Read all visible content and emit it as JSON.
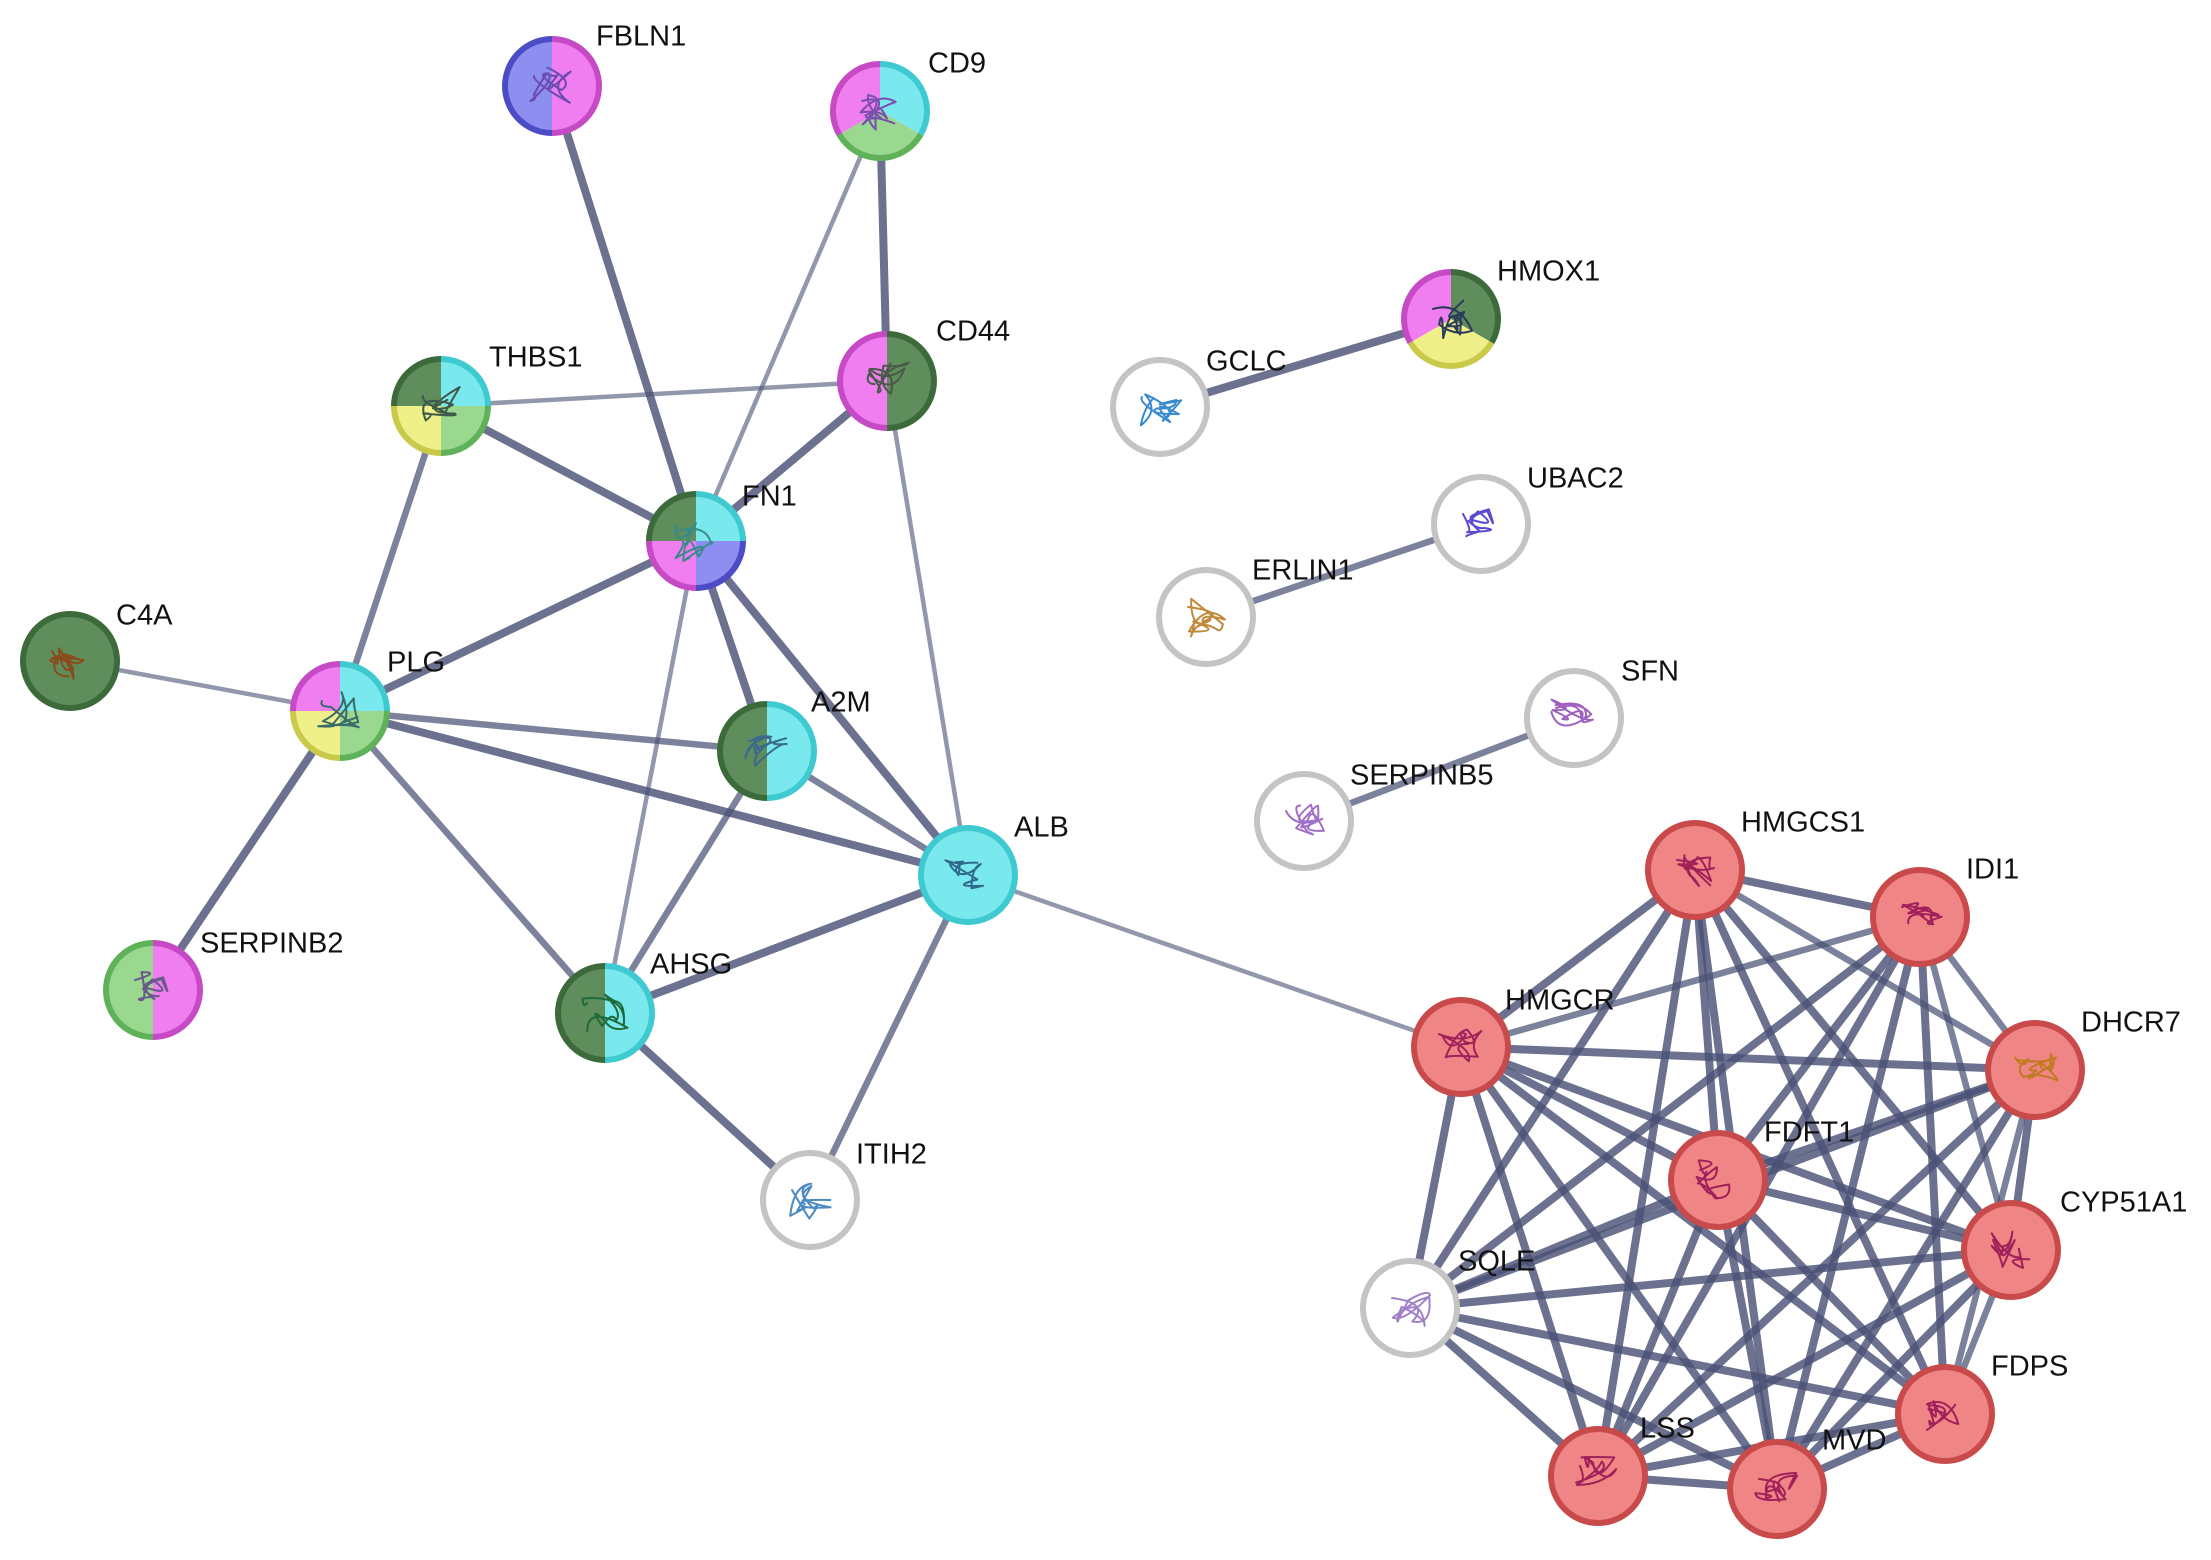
{
  "palette": {
    "cyan": "#7ae9ee",
    "green": "#9bd88f",
    "darkgreen": "#5f8e5c",
    "magenta": "#f07ef0",
    "blue": "#8e8ef0",
    "yellow": "#f0f08a",
    "red": "#f08585",
    "white": "#ffffff",
    "edge": "#4a5275"
  },
  "ring_colors": {
    "cyan": "#3fc9d0",
    "green": "#5fb25a",
    "darkgreen": "#3c6a3a",
    "magenta": "#c64ac6",
    "blue": "#4c4cc6",
    "yellow": "#c9c94a",
    "red": "#c84a4a",
    "white": "#c4c4c4"
  },
  "nodes": [
    {
      "id": "FBLN1",
      "label": "FBLN1",
      "colors": [
        "magenta",
        "blue"
      ],
      "glyph": "#6b4bb0"
    },
    {
      "id": "CD9",
      "label": "CD9",
      "colors": [
        "cyan",
        "green",
        "magenta"
      ],
      "glyph": "#7b4fae"
    },
    {
      "id": "CD44",
      "label": "CD44",
      "colors": [
        "darkgreen",
        "magenta"
      ],
      "glyph": "#4a5a4a"
    },
    {
      "id": "THBS1",
      "label": "THBS1",
      "colors": [
        "cyan",
        "green",
        "yellow",
        "darkgreen"
      ],
      "glyph": "#3f5a4a"
    },
    {
      "id": "FN1",
      "label": "FN1",
      "colors": [
        "cyan",
        "blue",
        "magenta",
        "darkgreen"
      ],
      "glyph": "#3b8a8a"
    },
    {
      "id": "C4A",
      "label": "C4A",
      "colors": [
        "darkgreen"
      ],
      "glyph": "#8a4b1a"
    },
    {
      "id": "PLG",
      "label": "PLG",
      "colors": [
        "cyan",
        "green",
        "yellow",
        "magenta"
      ],
      "glyph": "#3b6a6a"
    },
    {
      "id": "A2M",
      "label": "A2M",
      "colors": [
        "cyan",
        "darkgreen"
      ],
      "glyph": "#3b6a8a"
    },
    {
      "id": "ALB",
      "label": "ALB",
      "colors": [
        "cyan"
      ],
      "glyph": "#2f6a8a"
    },
    {
      "id": "AHSG",
      "label": "AHSG",
      "colors": [
        "cyan",
        "darkgreen"
      ],
      "glyph": "#1f6a3a"
    },
    {
      "id": "SERPINB2",
      "label": "SERPINB2",
      "colors": [
        "magenta",
        "green"
      ],
      "glyph": "#6a5a8a"
    },
    {
      "id": "ITIH2",
      "label": "ITIH2",
      "colors": [
        "white"
      ],
      "glyph": "#4a8ac0"
    },
    {
      "id": "GCLC",
      "label": "GCLC",
      "colors": [
        "white"
      ],
      "glyph": "#3a8ad0"
    },
    {
      "id": "HMOX1",
      "label": "HMOX1",
      "colors": [
        "darkgreen",
        "yellow",
        "magenta"
      ],
      "glyph": "#2a3a5a"
    },
    {
      "id": "UBAC2",
      "label": "UBAC2",
      "colors": [
        "white"
      ],
      "glyph": "#5a4ad0"
    },
    {
      "id": "ERLIN1",
      "label": "ERLIN1",
      "colors": [
        "white"
      ],
      "glyph": "#c08a3a"
    },
    {
      "id": "SFN",
      "label": "SFN",
      "colors": [
        "white"
      ],
      "glyph": "#a060c0"
    },
    {
      "id": "SERPINB5",
      "label": "SERPINB5",
      "colors": [
        "white"
      ],
      "glyph": "#a070c8"
    },
    {
      "id": "HMGCS1",
      "label": "HMGCS1",
      "colors": [
        "red"
      ],
      "glyph": "#a0205a"
    },
    {
      "id": "IDI1",
      "label": "IDI1",
      "colors": [
        "red"
      ],
      "glyph": "#a0205a"
    },
    {
      "id": "HMGCR",
      "label": "HMGCR",
      "colors": [
        "red"
      ],
      "glyph": "#a0205a"
    },
    {
      "id": "DHCR7",
      "label": "DHCR7",
      "colors": [
        "red"
      ],
      "glyph": "#c07a20"
    },
    {
      "id": "FDFT1",
      "label": "FDFT1",
      "colors": [
        "red"
      ],
      "glyph": "#a0205a"
    },
    {
      "id": "CYP51A1",
      "label": "CYP51A1",
      "colors": [
        "red"
      ],
      "glyph": "#a0205a"
    },
    {
      "id": "SQLE",
      "label": "SQLE",
      "colors": [
        "white"
      ],
      "glyph": "#a080c8"
    },
    {
      "id": "FDPS",
      "label": "FDPS",
      "colors": [
        "red"
      ],
      "glyph": "#a0205a"
    },
    {
      "id": "LSS",
      "label": "LSS",
      "colors": [
        "red"
      ],
      "glyph": "#a0205a"
    },
    {
      "id": "MVD",
      "label": "MVD",
      "colors": [
        "red"
      ],
      "glyph": "#a0205a"
    }
  ],
  "edges": [
    {
      "source": "FBLN1",
      "target": "FN1",
      "weight": 3
    },
    {
      "source": "CD9",
      "target": "FN1",
      "weight": 1
    },
    {
      "source": "CD9",
      "target": "CD44",
      "weight": 3
    },
    {
      "source": "CD44",
      "target": "FN1",
      "weight": 3
    },
    {
      "source": "CD44",
      "target": "THBS1",
      "weight": 1
    },
    {
      "source": "CD44",
      "target": "ALB",
      "weight": 1
    },
    {
      "source": "THBS1",
      "target": "FN1",
      "weight": 3
    },
    {
      "source": "THBS1",
      "target": "PLG",
      "weight": 2
    },
    {
      "source": "FN1",
      "target": "PLG",
      "weight": 3
    },
    {
      "source": "FN1",
      "target": "A2M",
      "weight": 3
    },
    {
      "source": "FN1",
      "target": "ALB",
      "weight": 3
    },
    {
      "source": "FN1",
      "target": "AHSG",
      "weight": 1
    },
    {
      "source": "C4A",
      "target": "PLG",
      "weight": 1
    },
    {
      "source": "PLG",
      "target": "A2M",
      "weight": 2
    },
    {
      "source": "PLG",
      "target": "ALB",
      "weight": 3
    },
    {
      "source": "PLG",
      "target": "AHSG",
      "weight": 2
    },
    {
      "source": "PLG",
      "target": "SERPINB2",
      "weight": 3
    },
    {
      "source": "A2M",
      "target": "ALB",
      "weight": 2
    },
    {
      "source": "A2M",
      "target": "AHSG",
      "weight": 2
    },
    {
      "source": "AHSG",
      "target": "ALB",
      "weight": 3
    },
    {
      "source": "AHSG",
      "target": "ITIH2",
      "weight": 3
    },
    {
      "source": "ALB",
      "target": "ITIH2",
      "weight": 2
    },
    {
      "source": "ALB",
      "target": "HMGCR",
      "weight": 1
    },
    {
      "source": "GCLC",
      "target": "HMOX1",
      "weight": 3
    },
    {
      "source": "ERLIN1",
      "target": "UBAC2",
      "weight": 2
    },
    {
      "source": "SERPINB5",
      "target": "SFN",
      "weight": 2
    },
    {
      "source": "HMGCS1",
      "target": "IDI1",
      "weight": 3
    },
    {
      "source": "HMGCS1",
      "target": "HMGCR",
      "weight": 3
    },
    {
      "source": "HMGCS1",
      "target": "DHCR7",
      "weight": 2
    },
    {
      "source": "HMGCS1",
      "target": "FDFT1",
      "weight": 3
    },
    {
      "source": "HMGCS1",
      "target": "CYP51A1",
      "weight": 3
    },
    {
      "source": "HMGCS1",
      "target": "SQLE",
      "weight": 3
    },
    {
      "source": "HMGCS1",
      "target": "FDPS",
      "weight": 3
    },
    {
      "source": "HMGCS1",
      "target": "LSS",
      "weight": 3
    },
    {
      "source": "HMGCS1",
      "target": "MVD",
      "weight": 3
    },
    {
      "source": "IDI1",
      "target": "HMGCR",
      "weight": 2
    },
    {
      "source": "IDI1",
      "target": "DHCR7",
      "weight": 2
    },
    {
      "source": "IDI1",
      "target": "FDFT1",
      "weight": 3
    },
    {
      "source": "IDI1",
      "target": "CYP51A1",
      "weight": 2
    },
    {
      "source": "IDI1",
      "target": "SQLE",
      "weight": 3
    },
    {
      "source": "IDI1",
      "target": "FDPS",
      "weight": 3
    },
    {
      "source": "IDI1",
      "target": "LSS",
      "weight": 3
    },
    {
      "source": "IDI1",
      "target": "MVD",
      "weight": 3
    },
    {
      "source": "HMGCR",
      "target": "DHCR7",
      "weight": 3
    },
    {
      "source": "HMGCR",
      "target": "FDFT1",
      "weight": 3
    },
    {
      "source": "HMGCR",
      "target": "CYP51A1",
      "weight": 3
    },
    {
      "source": "HMGCR",
      "target": "SQLE",
      "weight": 3
    },
    {
      "source": "HMGCR",
      "target": "FDPS",
      "weight": 3
    },
    {
      "source": "HMGCR",
      "target": "LSS",
      "weight": 3
    },
    {
      "source": "HMGCR",
      "target": "MVD",
      "weight": 3
    },
    {
      "source": "DHCR7",
      "target": "FDFT1",
      "weight": 3
    },
    {
      "source": "DHCR7",
      "target": "CYP51A1",
      "weight": 3
    },
    {
      "source": "DHCR7",
      "target": "SQLE",
      "weight": 3
    },
    {
      "source": "DHCR7",
      "target": "FDPS",
      "weight": 2
    },
    {
      "source": "DHCR7",
      "target": "LSS",
      "weight": 3
    },
    {
      "source": "DHCR7",
      "target": "MVD",
      "weight": 3
    },
    {
      "source": "FDFT1",
      "target": "CYP51A1",
      "weight": 3
    },
    {
      "source": "FDFT1",
      "target": "SQLE",
      "weight": 3
    },
    {
      "source": "FDFT1",
      "target": "FDPS",
      "weight": 3
    },
    {
      "source": "FDFT1",
      "target": "LSS",
      "weight": 3
    },
    {
      "source": "FDFT1",
      "target": "MVD",
      "weight": 3
    },
    {
      "source": "CYP51A1",
      "target": "SQLE",
      "weight": 3
    },
    {
      "source": "CYP51A1",
      "target": "FDPS",
      "weight": 2
    },
    {
      "source": "CYP51A1",
      "target": "LSS",
      "weight": 3
    },
    {
      "source": "CYP51A1",
      "target": "MVD",
      "weight": 3
    },
    {
      "source": "SQLE",
      "target": "FDPS",
      "weight": 3
    },
    {
      "source": "SQLE",
      "target": "LSS",
      "weight": 3
    },
    {
      "source": "SQLE",
      "target": "MVD",
      "weight": 3
    },
    {
      "source": "FDPS",
      "target": "LSS",
      "weight": 3
    },
    {
      "source": "FDPS",
      "target": "MVD",
      "weight": 3
    },
    {
      "source": "LSS",
      "target": "MVD",
      "weight": 3
    }
  ]
}
